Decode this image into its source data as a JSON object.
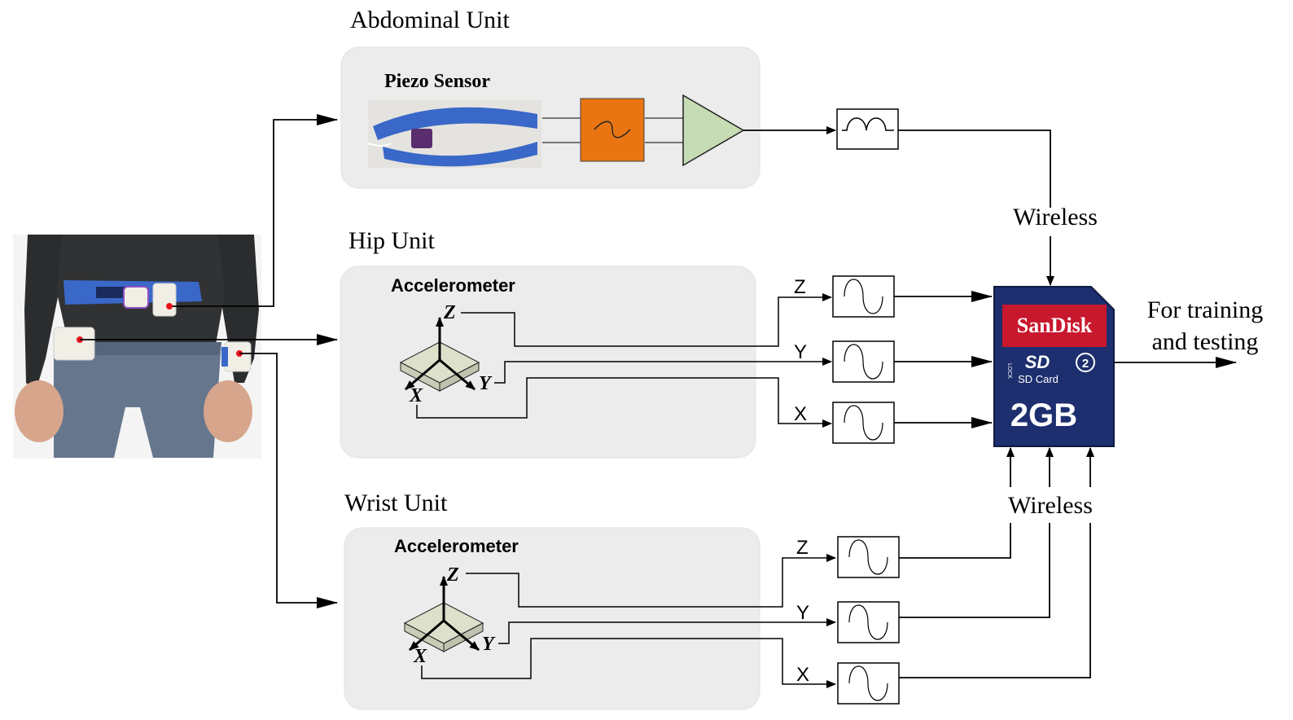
{
  "units": {
    "abdominal": {
      "title": "Abdominal Unit",
      "sensor_label": "Piezo Sensor"
    },
    "hip": {
      "title": "Hip Unit",
      "sensor_label": "Accelerometer"
    },
    "wrist": {
      "title": "Wrist Unit",
      "sensor_label": "Accelerometer"
    }
  },
  "axes": {
    "z": "Z",
    "y": "Y",
    "x": "X"
  },
  "wireless": {
    "top": "Wireless",
    "bottom": "Wireless"
  },
  "output": {
    "line1": "For training",
    "line2": "and testing"
  },
  "sd_card": {
    "brand": "SanDisk",
    "logo": "SD",
    "type": "SD Card",
    "capacity": "2GB",
    "class_mark": "2",
    "lock_label": "LOCK"
  },
  "colors": {
    "unit_bg": "#ececec",
    "filter_orange": "#e87511",
    "amplifier_green": "#c6dcb4",
    "sd_blue": "#1d2f6e",
    "sd_red": "#c8182e",
    "strap_blue": "#3a68c8",
    "shirt": "#2c2e30",
    "jeans": "#65758d"
  }
}
